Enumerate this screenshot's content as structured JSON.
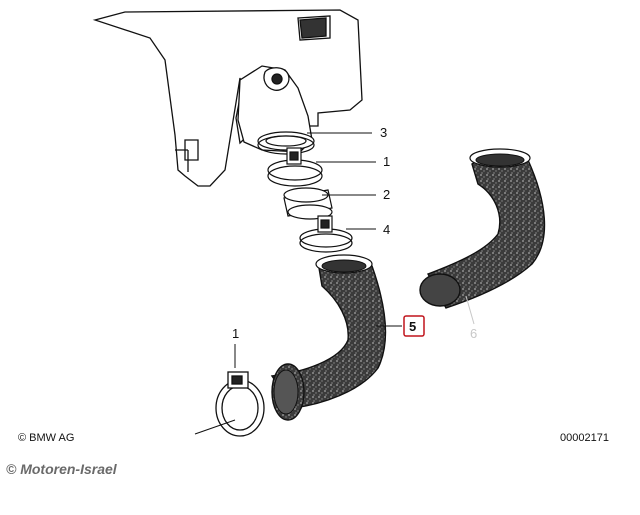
{
  "callouts": {
    "c3": "3",
    "c1_top": "1",
    "c2": "2",
    "c4": "4",
    "c5": "5",
    "c6": "6",
    "c1_bottom": "1"
  },
  "footer": {
    "copyright": "© BMW AG",
    "ref_code": "00002171",
    "watermark": "© Motoren-Israel"
  },
  "colors": {
    "line": "#111111",
    "hose_fill": "#3a3a3a",
    "hose_texture": "#9a9a9a",
    "highlight_box": "#c0141c",
    "faded": "#c8c8c8"
  }
}
